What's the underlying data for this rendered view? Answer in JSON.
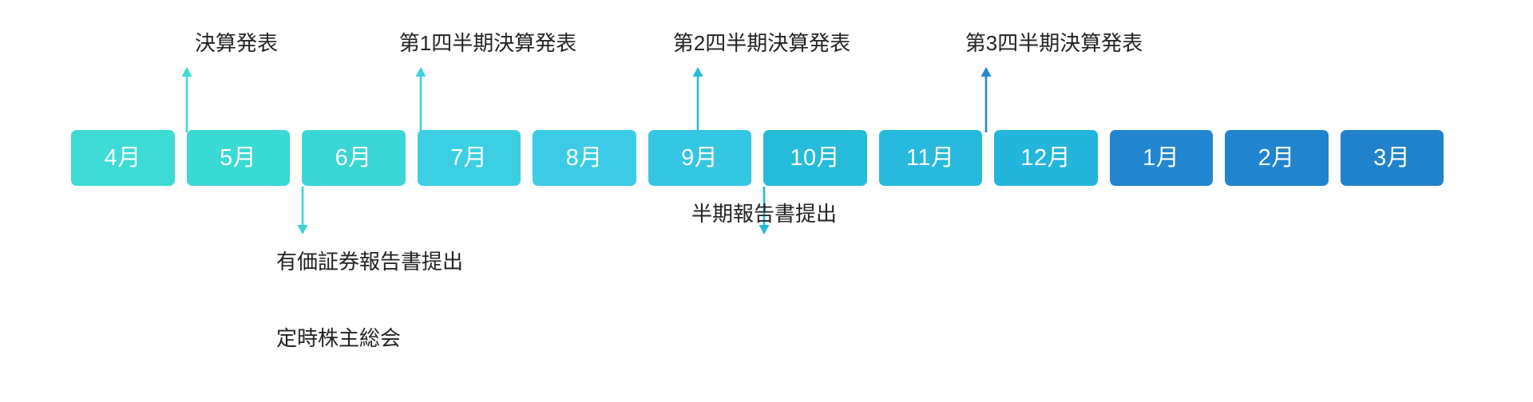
{
  "diagram": {
    "title": "Fiscal year timeline (April - March)",
    "background": "#ffffff",
    "text_color": "#232323"
  },
  "months": [
    {
      "label": "4月",
      "color": "#3ddbd3"
    },
    {
      "label": "5月",
      "color": "#3bd9d4"
    },
    {
      "label": "6月",
      "color": "#3ad6d6"
    },
    {
      "label": "7月",
      "color": "#3ccfe4"
    },
    {
      "label": "8月",
      "color": "#3ccbe6"
    },
    {
      "label": "9月",
      "color": "#34c6e3"
    },
    {
      "label": "10月",
      "color": "#25bcdb"
    },
    {
      "label": "11月",
      "color": "#26b9dd"
    },
    {
      "label": "12月",
      "color": "#23b5dc"
    },
    {
      "label": "1月",
      "color": "#2286d1"
    },
    {
      "label": "2月",
      "color": "#2184ce"
    },
    {
      "label": "3月",
      "color": "#2182cc"
    }
  ],
  "annotations": {
    "top": [
      {
        "text": "決算発表",
        "month": "5月",
        "arrow_color": "#3ddbd3"
      },
      {
        "text": "第1四半期決算発表",
        "month": "7月",
        "arrow_color": "#3ccfe4"
      },
      {
        "text": "第2四半期決算発表",
        "month": "10月",
        "arrow_color": "#25bcdb"
      },
      {
        "text": "第3四半期決算発表",
        "month": "1月",
        "arrow_color": "#2286d1"
      }
    ],
    "bottom": [
      {
        "line1": "有価証券報告書提出",
        "line2": "定時株主総会",
        "month": "6月",
        "arrow_color": "#3ad6d6"
      },
      {
        "line1": "半期報告書提出",
        "line2": "",
        "month": "11月",
        "arrow_color": "#26b9dd"
      }
    ]
  }
}
